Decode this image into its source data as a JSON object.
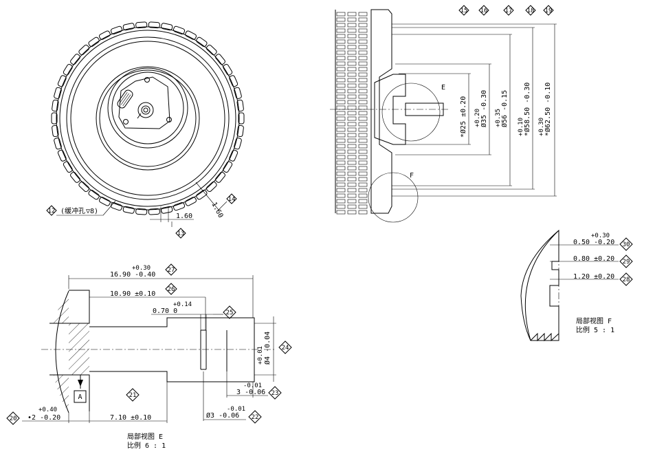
{
  "title": "",
  "front_view": {
    "callout_12": "12",
    "note_12": "(缓冲孔",
    "note_12_depth": "▽8)",
    "dim_1_60": "1.60",
    "callout_13": "13",
    "dim_1_60_angled": "1.60",
    "callout_14": "14"
  },
  "section_view": {
    "callouts": [
      "15",
      "16",
      "17",
      "18",
      "19"
    ],
    "detail_E_label": "E",
    "detail_F_label": "F",
    "dims": [
      {
        "prefix": "*",
        "dia": "Ø25",
        "tol": "±0.20"
      },
      {
        "dia": "Ø35",
        "upper": "+0.20",
        "lower": "-0.30"
      },
      {
        "dia": "Ø56",
        "upper": "+0.35",
        "lower": "-0.15"
      },
      {
        "prefix": "*",
        "dia": "Ø58.50",
        "upper": "+0.10",
        "lower": "-0.30"
      },
      {
        "prefix": "*",
        "dia": "Ø62.50",
        "upper": "+0.30",
        "lower": "-0.10"
      }
    ]
  },
  "detail_E": {
    "dim_27": {
      "upper": "+0.30",
      "value": "16.90",
      "lower": "-0.40",
      "callout": "27"
    },
    "dim_26": {
      "text": "10.90 ±0.10",
      "callout": "26"
    },
    "dim_25": {
      "upper": "+0.14",
      "value": "0.70",
      "lower": "0",
      "callout": "25"
    },
    "dim_24": {
      "dia": "Ø4",
      "upper": "+0.01",
      "lower": "-0.04",
      "callout": "24"
    },
    "dim_23": {
      "upper": "-0.01",
      "value": "3",
      "lower": "-0.06",
      "callout": "23"
    },
    "dim_22": {
      "upper": "-0.01",
      "value": "Ø3",
      "lower": "-0.06",
      "callout": "22"
    },
    "callout_21": "21",
    "dim_20": {
      "upper": "+0.40",
      "value": "•2",
      "lower": "-0.20",
      "callout": "20"
    },
    "dim_7_10": "7.10 ±0.10",
    "datum": "A",
    "caption_line1": "局部视图 E",
    "caption_line2": "比例 6 : 1"
  },
  "detail_F": {
    "dim_30": {
      "upper": "+0.30",
      "value": "0.50",
      "lower": "-0.20",
      "callout": "30"
    },
    "dim_29": {
      "text": "0.80 ±0.20",
      "callout": "29"
    },
    "dim_28": {
      "text": "1.20 ±0.20",
      "callout": "28"
    },
    "caption_line1": "局部视图 F",
    "caption_line2": "比例 5 : 1"
  }
}
